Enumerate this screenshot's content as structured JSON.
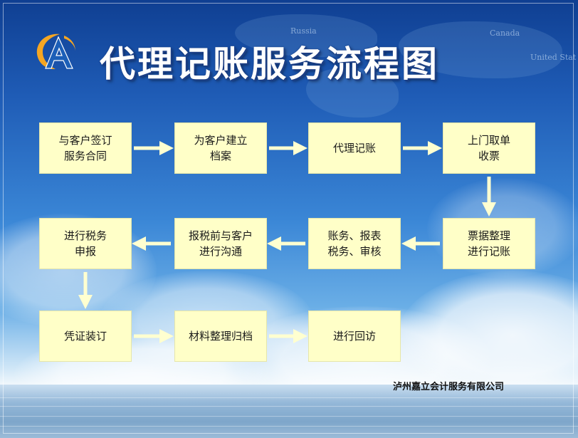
{
  "title": "代理记账服务流程图",
  "company": "泸州嘉立会计服务有限公司",
  "map_labels": [
    "Russia",
    "Canada",
    "United Stat"
  ],
  "logo": {
    "icon": "company-logo-icon",
    "colors": [
      "#f5a623",
      "#1c5fb8"
    ]
  },
  "steps": [
    {
      "id": "s1",
      "label": "与客户签订\n服务合同"
    },
    {
      "id": "s2",
      "label": "为客户建立\n档案"
    },
    {
      "id": "s3",
      "label": "代理记账"
    },
    {
      "id": "s4",
      "label": "上门取单\n收票"
    },
    {
      "id": "s5",
      "label": "票据整理\n进行记账"
    },
    {
      "id": "s6",
      "label": "账务、报表\n税务、审核"
    },
    {
      "id": "s7",
      "label": "报税前与客户\n进行沟通"
    },
    {
      "id": "s8",
      "label": "进行税务\n申报"
    },
    {
      "id": "s9",
      "label": "凭证装订"
    },
    {
      "id": "s10",
      "label": "材料整理归档"
    },
    {
      "id": "s11",
      "label": "进行回访"
    }
  ],
  "edges": [
    {
      "from": "s1",
      "to": "s2"
    },
    {
      "from": "s2",
      "to": "s3"
    },
    {
      "from": "s3",
      "to": "s4"
    },
    {
      "from": "s4",
      "to": "s5"
    },
    {
      "from": "s5",
      "to": "s6"
    },
    {
      "from": "s6",
      "to": "s7"
    },
    {
      "from": "s7",
      "to": "s8"
    },
    {
      "from": "s8",
      "to": "s9"
    },
    {
      "from": "s9",
      "to": "s10"
    },
    {
      "from": "s10",
      "to": "s11"
    }
  ],
  "colors": {
    "box_fill": "#ffffc8",
    "arrow": "#ffffd0",
    "title": "#ffffff"
  }
}
